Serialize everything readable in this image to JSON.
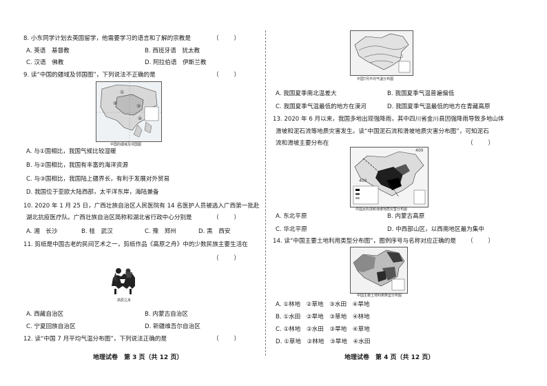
{
  "left_page": {
    "q8": {
      "stem": "8. 小东同学计划去英国留学，他需要学习的语言和了解的宗教是",
      "paren": "（        ）",
      "options": [
        "A. 英语　基督教",
        "B. 西班牙语　犹太教",
        "C. 汉语　佛教",
        "D. 阿拉伯语　伊斯兰教"
      ]
    },
    "q9": {
      "stem": "9. 读“中国的疆域及邻国图”，下列说法不正确的是",
      "paren": "（        ）",
      "figure_caption": "中国的疆域及邻国图",
      "map_markers": [
        "①",
        "②",
        "③",
        "④"
      ],
      "options": [
        "A. 与①国相比，我国气候比较湿暖",
        "B. 与②国相比，我国有丰富的海洋资源",
        "C. 与③国相比，我国陆上疆界长，有利于发展对外贸易",
        "D. 我国位于亚欧大陆西部，太平洋东岸，海陆兼备"
      ]
    },
    "q10": {
      "line1": "10. 2020 年 1 月 25 日，广西壮族自治区人民医院有 14 名医护人员被选入广西第一批赴",
      "line2": "湖北抗疫医疗队。广西壮族自治区简称和湖北省行政中心分别是",
      "paren": "（        ）",
      "options": [
        "A. 湘　长沙",
        "B. 桂　武汉",
        "C. 豫　郑州",
        "D. 黑　西安"
      ]
    },
    "q11": {
      "line1": "11. 剪纸是中国古老的民间艺术之一，剪纸作品《高原之舟》中的少数民族主要生活在",
      "paren": "（        ）",
      "figure_caption": "高原之舟",
      "options": [
        "A. 西藏自治区",
        "B. 内蒙古自治区",
        "C. 宁夏回族自治区",
        "D. 新疆维吾尔自治区"
      ]
    },
    "q12": {
      "stem": "12. 读“中国 7 月平均气温分布图”，下列说法正确的是",
      "paren": "（        ）"
    },
    "footer": "地理试卷　第 3 页（共 12 页）"
  },
  "right_page": {
    "q12_figure_caption": "中国7月平均气温分布图",
    "q12_options": [
      "A. 我国夏季南北温差大",
      "B. 我国夏季气温普遍偏低",
      "C. 我国夏季气温最低的地方在漠河",
      "D. 我国夏季气温最低的地方在青藏高原"
    ],
    "q13": {
      "line1": "13. 2020 年 6 月以来，我国多地出现强降雨，其中四川省金川县因强降雨导致多地山体",
      "line2": "滑坡和泥石流等地质灾害发生。读“中国泥石流和滑坡地质灾害分布图”，可知泥石",
      "line3": "流和滑坡主要分布在",
      "paren": "（        ）",
      "figure_caption": "中国泥石流和滑坡地质灾害分布图",
      "map_labels": [
        "400",
        "400"
      ],
      "options": [
        "A. 东北平原",
        "B. 内蒙古高原",
        "C. 华北平原",
        "D. 中西部山区，以西南地区最为集中"
      ]
    },
    "q14": {
      "stem": "14. 读“中国主要土地利用类型分布图”，图例序号与名称对应正确的是",
      "paren": "（        ）",
      "figure_caption": "中国主要土地利用类型分布图",
      "options": [
        "A. ①林地　②草地　③水田　④旱地",
        "B. ①水田　②旱地　③草地　④林地",
        "C. ①林地　②水田　③旱地　④草地",
        "D. ①草地　②林地　③旱地　④水田"
      ]
    },
    "footer": "地理试卷　第 4 页（共 12 页）"
  }
}
